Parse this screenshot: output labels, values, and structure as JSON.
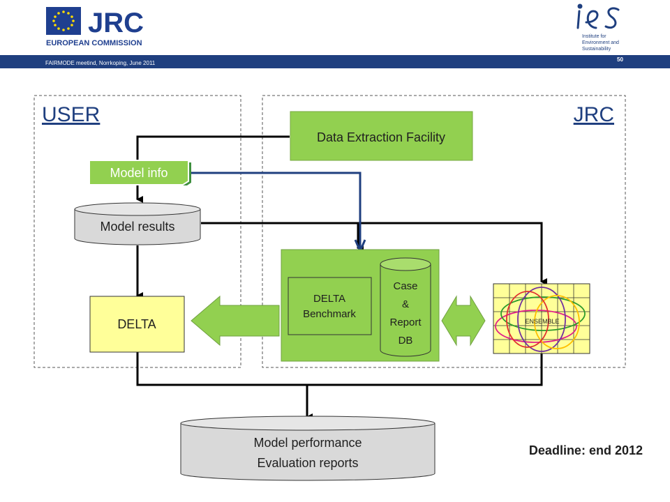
{
  "header": {
    "logo_name": "JRC",
    "logo_subtitle": "EUROPEAN COMMISSION",
    "event": "FAIRMODE meetind, Norrkoping, June 2011",
    "slide_number": "50",
    "ies_logo_text": [
      "Institute for",
      "Environment and",
      "Sustainability"
    ]
  },
  "diagram": {
    "user_region_label": "USER",
    "jrc_region_label": "JRC",
    "data_extraction": "Data Extraction Facility",
    "model_info": "Model info",
    "model_results": "Model results",
    "delta": "DELTA",
    "delta_benchmark": [
      "DELTA",
      "Benchmark"
    ],
    "case_report_db": [
      "Case",
      "&",
      "Report",
      "DB"
    ],
    "ensemble": "ENSEMBLE",
    "model_performance": [
      "Model performance",
      "Evaluation reports"
    ]
  },
  "deadline": "Deadline: end 2012",
  "colors": {
    "green": "#92d050",
    "yellow": "#ffff99",
    "navy": "#1f3f7f",
    "grey": "#d9d9d9"
  }
}
